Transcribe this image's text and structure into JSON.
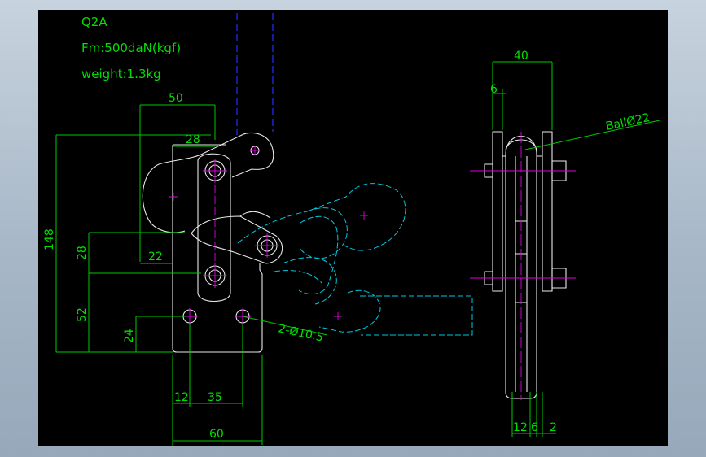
{
  "notes": {
    "model": "Q2A",
    "force": "Fm:500daN(kgf)",
    "weight": "weight:1.3kg"
  },
  "dimensions": {
    "d50": "50",
    "d28_top": "28",
    "d148": "148",
    "d28_side": "28",
    "d22": "22",
    "d52": "52",
    "d24": "24",
    "d12_bottom": "12",
    "d35": "35",
    "d60": "60",
    "hole_callout": "2-Ø10.5",
    "d40": "40",
    "d6_top": "6",
    "ball": "BallØ22",
    "d12_side": "12",
    "d6_side": "6",
    "d2": "2"
  },
  "colors": {
    "background": "#000000",
    "dimension": "#00c800",
    "part_outline": "#e8e8e8",
    "alternate_position": "#00c8e0",
    "center_marks": "#e000e0",
    "handle_hidden": "#2030ff"
  }
}
